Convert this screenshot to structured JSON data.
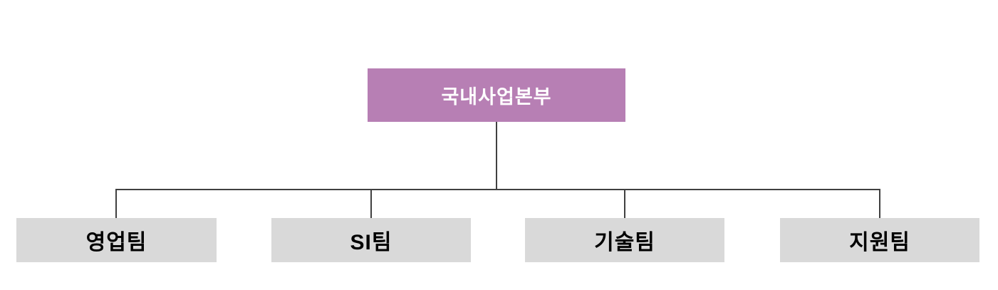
{
  "org_chart": {
    "type": "organization-chart",
    "background_color": "#ffffff",
    "connector_color": "#404040",
    "root": {
      "label": "국내사업본부",
      "bg_color": "#b77fb4",
      "text_color": "#ffffff"
    },
    "children": [
      {
        "label": "영업팀",
        "bg_color": "#d9d9d9",
        "text_color": "#000000"
      },
      {
        "label": "SI팀",
        "bg_color": "#d9d9d9",
        "text_color": "#000000"
      },
      {
        "label": "기술팀",
        "bg_color": "#d9d9d9",
        "text_color": "#000000"
      },
      {
        "label": "지원팀",
        "bg_color": "#d9d9d9",
        "text_color": "#000000"
      }
    ]
  }
}
